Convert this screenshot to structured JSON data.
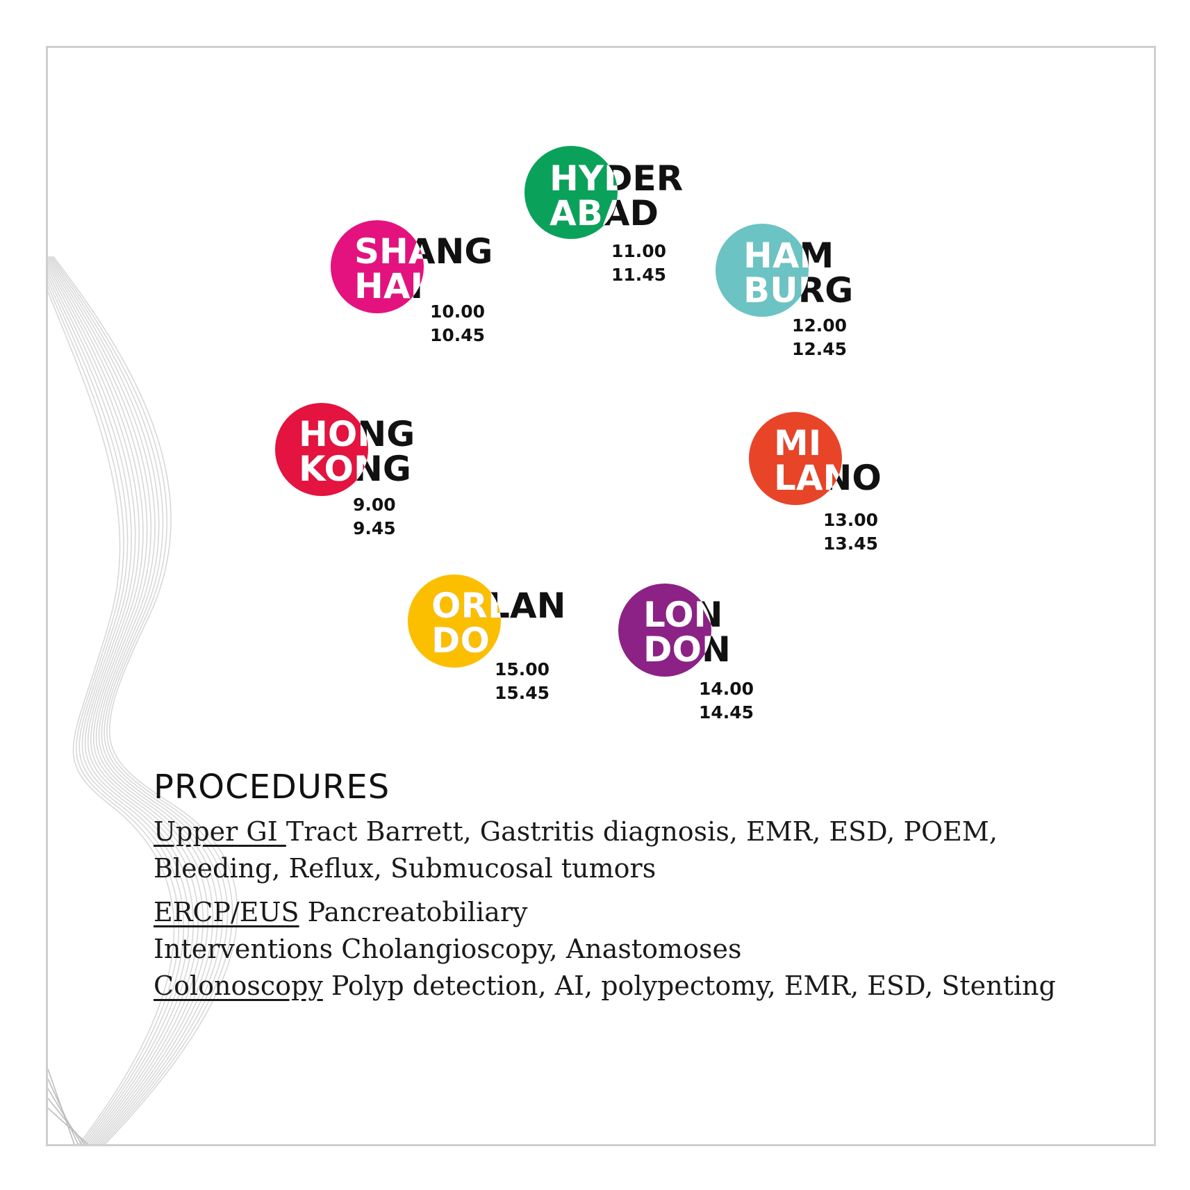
{
  "cities": [
    {
      "id": "hyderabad",
      "line1": "HYDER",
      "line2": "ABAD",
      "color": "#0aa25a",
      "times": [
        "11.00",
        "11.45"
      ]
    },
    {
      "id": "shanghai",
      "line1": "SHANG",
      "line2": "HAI",
      "color": "#e4127e",
      "times": [
        "10.00",
        "10.45"
      ]
    },
    {
      "id": "hamburg",
      "line1": "HAM",
      "line2": "BURG",
      "color": "#6cc3c3",
      "times": [
        "12.00",
        "12.45"
      ]
    },
    {
      "id": "hongkong",
      "line1": "HONG",
      "line2": "KONG",
      "color": "#e4133f",
      "times": [
        "9.00",
        "9.45"
      ]
    },
    {
      "id": "milano",
      "line1": "MI",
      "line2": "LANO",
      "color": "#e84428",
      "times": [
        "13.00",
        "13.45"
      ]
    },
    {
      "id": "orlando",
      "line1": "ORLAN",
      "line2": "DO",
      "color": "#fbbf00",
      "times": [
        "15.00",
        "15.45"
      ]
    },
    {
      "id": "london",
      "line1": "LON",
      "line2": "DON",
      "color": "#8c2186",
      "times": [
        "14.00",
        "14.45"
      ]
    }
  ],
  "procedures": {
    "title": "PROCEDURES",
    "upper_gi_label": "Upper GI ",
    "upper_gi_text": "Tract Barrett, Gastritis diagnosis, EMR, ESD, POEM,",
    "upper_gi_text2": "Bleeding, Reflux, Submucosal tumors",
    "ercp_label": "ERCP/EUS",
    "ercp_text": " Pancreatobiliary",
    "ercp_text2": "Interventions Cholangioscopy, Anastomoses",
    "colon_label": "Colonoscopy",
    "colon_text": " Polyp detection, AI, polypectomy, EMR, ESD, Stenting"
  },
  "colors": {
    "frame": "#cfcfcf",
    "text": "#111111",
    "waves": "#d8d8d8"
  }
}
